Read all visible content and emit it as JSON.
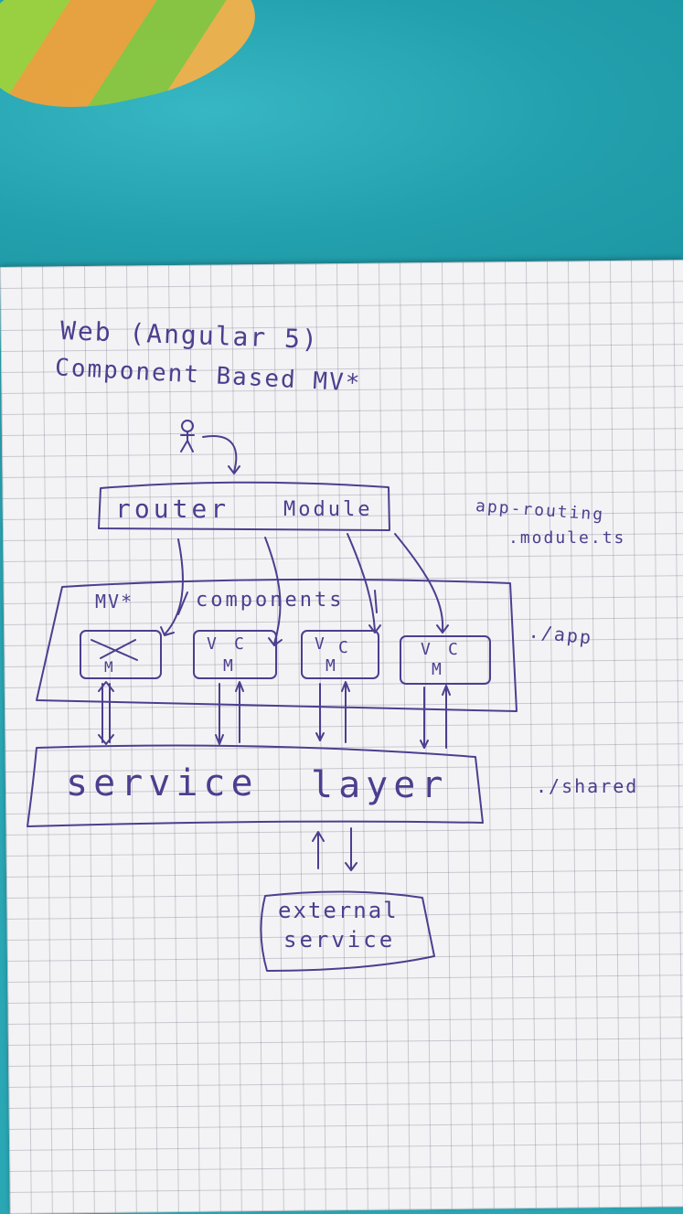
{
  "title_line1": "Web (Angular 5)",
  "title_line2": "Component Based MV*",
  "router_label": "router",
  "module_label": "Module",
  "routing_file_line1": "app-routing",
  "routing_file_line2": ".module.ts",
  "mv_label": "MV*",
  "components_label": "components",
  "app_path": "./app",
  "component_v": "V",
  "component_c": "C",
  "component_m": "M",
  "service_label": "service",
  "layer_label": "layer",
  "shared_path": "./shared",
  "external_line1": "external",
  "external_line2": "service",
  "colors": {
    "ink": "#4b3f8f",
    "paper": "#f3f3f5",
    "background": "#2aa7b4"
  }
}
